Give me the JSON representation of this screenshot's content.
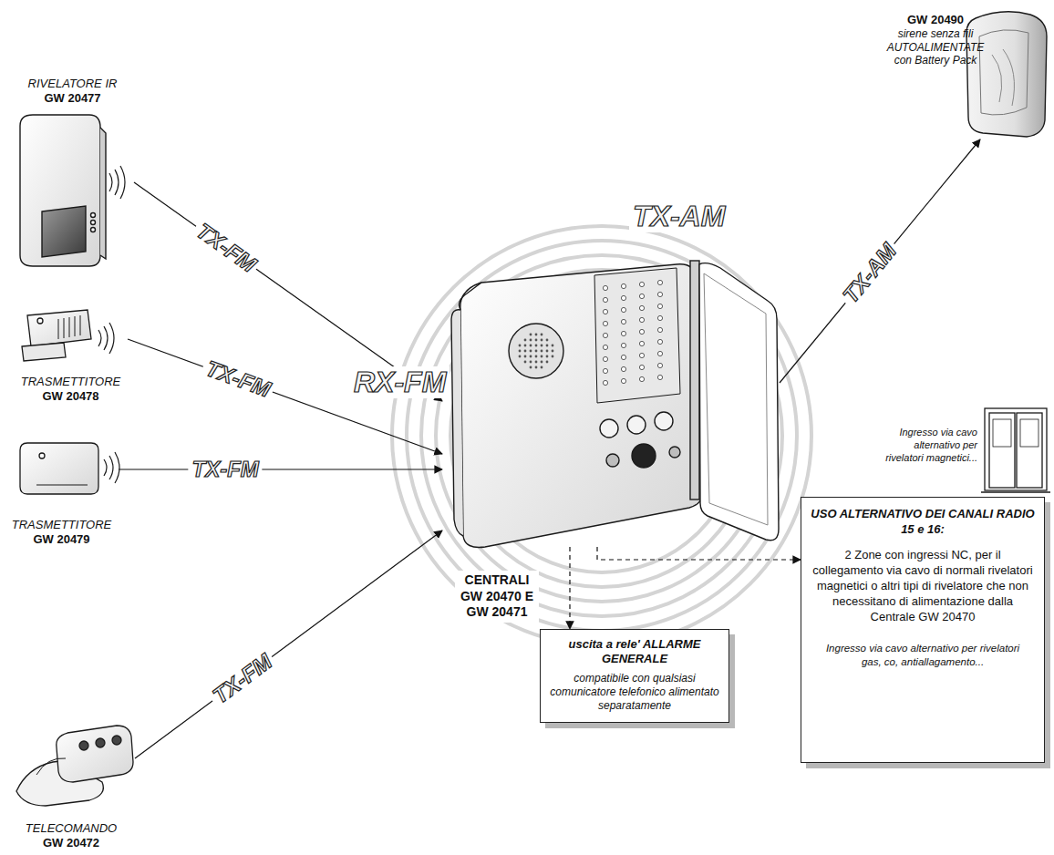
{
  "diagram": {
    "nodes": [
      {
        "text": [
          "RIVELATORE IR",
          "GW 20477"
        ]
      },
      {
        "text": [
          "TRASMETTITORE",
          "GW 20478"
        ]
      },
      {
        "text": [
          "TRASMETTITORE",
          "GW 20479"
        ]
      },
      {
        "text": [
          "TELECOMANDO",
          "GW 20472"
        ]
      },
      {
        "text": [
          "CENTRALI GW 20470 E GW 20471"
        ]
      },
      {
        "text": [
          "GW 20490",
          "sirene senza fili AUTOALIMENTATE con Battery Pack"
        ]
      },
      {
        "text": [
          "uscita a rele' ALLARME GENERALE",
          "compatibile con qualsiasi comunicatore telefonico alimentato separatamente"
        ]
      },
      {
        "text": [
          "USO ALTERNATIVO DEI CANALI RADIO 15 e 16:",
          "2 Zone con ingressi NC, per il collegamento via cavo di normali rivelatori magnetici o altri tipi di rivelatore che non necessitano di alimentazione dalla Centrale GW 20470",
          "Ingresso via cavo alternativo per rivelatori gas, co, antiallagamento..."
        ]
      }
    ],
    "edges": [
      {
        "from": 0,
        "to": 4,
        "label": "TX-FM",
        "arrow": "to"
      },
      {
        "from": 1,
        "to": 4,
        "label": "TX-FM",
        "arrow": "to"
      },
      {
        "from": 2,
        "to": 4,
        "label": "TX-FM",
        "arrow": "to"
      },
      {
        "from": 3,
        "to": 4,
        "label": "TX-FM",
        "arrow": "to"
      },
      {
        "from": 4,
        "to": 5,
        "label": "TX-AM",
        "arrow": "to"
      },
      {
        "from": 4,
        "to": 6,
        "arrow": "to"
      },
      {
        "from": 4,
        "to": 7,
        "arrow": "to"
      }
    ],
    "labels": [
      "TX-AM",
      "RX-FM",
      "Ingresso via cavo alternativo per rivelatori magnetici..."
    ]
  }
}
